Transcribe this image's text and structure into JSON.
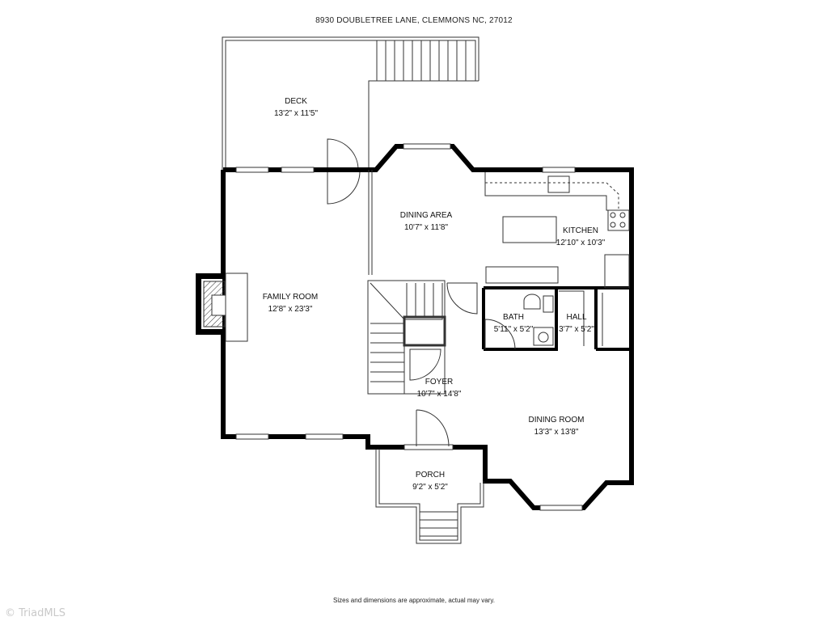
{
  "address": "8930 DOUBLETREE LANE, CLEMMONS NC, 27012",
  "rooms": [
    {
      "id": "deck",
      "name": "DECK",
      "size": "13'2\" x 11'5\""
    },
    {
      "id": "dining-area",
      "name": "DINING AREA",
      "size": "10'7\" x 11'8\""
    },
    {
      "id": "kitchen",
      "name": "KITCHEN",
      "size": "12'10\" x 10'3\""
    },
    {
      "id": "family-room",
      "name": "FAMILY ROOM",
      "size": "12'8\" x 23'3\""
    },
    {
      "id": "bath",
      "name": "BATH",
      "size": "5'11\" x 5'2\""
    },
    {
      "id": "hall",
      "name": "HALL",
      "size": "3'7\" x 5'2\""
    },
    {
      "id": "foyer",
      "name": "FOYER",
      "size": "10'7\" x 14'8\""
    },
    {
      "id": "dining-room",
      "name": "DINING ROOM",
      "size": "13'3\" x 13'8\""
    },
    {
      "id": "porch",
      "name": "PORCH",
      "size": "9'2\" x 5'2\""
    }
  ],
  "disclaimer": "Sizes and dimensions are approximate, actual may vary.",
  "watermark": "© TriadMLS"
}
